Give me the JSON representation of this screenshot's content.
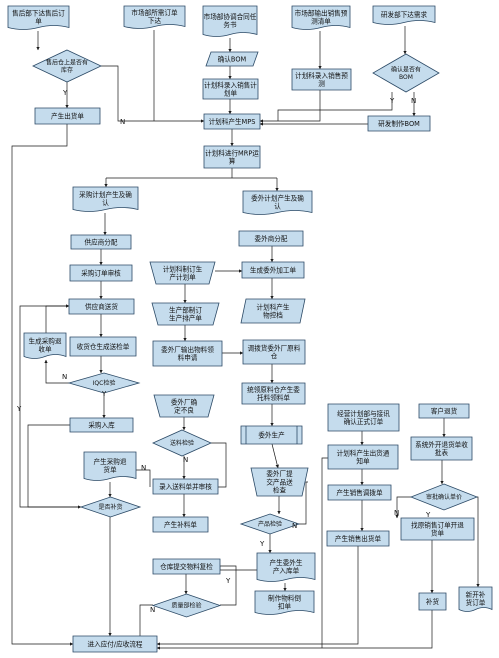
{
  "nodes": [
    {
      "id": "n1",
      "shape": "doc",
      "lines": [
        "售后部下达售后订",
        "单"
      ]
    },
    {
      "id": "n2",
      "shape": "doc",
      "lines": [
        "市场部所需订单",
        "下达"
      ]
    },
    {
      "id": "n3",
      "shape": "doc",
      "lines": [
        "市场部协调合同任",
        "务书"
      ]
    },
    {
      "id": "n4",
      "shape": "doc",
      "lines": [
        "市场部输出销售预",
        "测清单"
      ]
    },
    {
      "id": "n5",
      "shape": "doc",
      "lines": [
        "研发部下达需求"
      ]
    },
    {
      "id": "d1",
      "shape": "dia",
      "lines": [
        "售后仓上是否有",
        "库存"
      ]
    },
    {
      "id": "n6",
      "shape": "para",
      "lines": [
        "确认BOM"
      ]
    },
    {
      "id": "n7",
      "shape": "rect",
      "lines": [
        "计划科录入销售计",
        "划单"
      ]
    },
    {
      "id": "n8",
      "shape": "rect",
      "lines": [
        "计划科录入销售预",
        "测"
      ]
    },
    {
      "id": "d2",
      "shape": "dia",
      "lines": [
        "确认是否有",
        "BOM"
      ]
    },
    {
      "id": "n9",
      "shape": "rect",
      "lines": [
        "产生出货单"
      ]
    },
    {
      "id": "n10",
      "shape": "rect",
      "lines": [
        "计划科产生MPS"
      ]
    },
    {
      "id": "n11",
      "shape": "rect",
      "lines": [
        "研发制作BOM"
      ]
    },
    {
      "id": "n12",
      "shape": "rect",
      "lines": [
        "计划科进行MRP运",
        "算"
      ]
    },
    {
      "id": "n13",
      "shape": "doc",
      "lines": [
        "采购计划产生及确",
        "认"
      ]
    },
    {
      "id": "n14",
      "shape": "doc",
      "lines": [
        "委外计划产生及确",
        "认"
      ]
    },
    {
      "id": "n15",
      "shape": "rect",
      "lines": [
        "供应商分配"
      ]
    },
    {
      "id": "n16",
      "shape": "rect",
      "lines": [
        "委外商分配"
      ]
    },
    {
      "id": "n17",
      "shape": "trap",
      "lines": [
        "计划科制订生",
        "产计划单"
      ]
    },
    {
      "id": "n18",
      "shape": "rect",
      "lines": [
        "采购订单审核"
      ]
    },
    {
      "id": "n19",
      "shape": "rect",
      "lines": [
        "生成委外加工单"
      ]
    },
    {
      "id": "n20",
      "shape": "rect",
      "lines": [
        "供应商送货"
      ]
    },
    {
      "id": "n21",
      "shape": "trap",
      "lines": [
        "生产部制订",
        "生产排产单"
      ]
    },
    {
      "id": "n22",
      "shape": "para",
      "lines": [
        "计划科产生",
        "物控档"
      ]
    },
    {
      "id": "n23",
      "shape": "doc",
      "lines": [
        "生成采购退",
        "收单"
      ]
    },
    {
      "id": "n24",
      "shape": "rect",
      "lines": [
        "收货仓生成送检单"
      ]
    },
    {
      "id": "n25",
      "shape": "rect",
      "lines": [
        "委外厂输出物料领",
        "料申请"
      ]
    },
    {
      "id": "n26",
      "shape": "rect",
      "lines": [
        "调拨货委外厂原料",
        "仓"
      ]
    },
    {
      "id": "d3",
      "shape": "dia",
      "lines": [
        "IQC检验"
      ]
    },
    {
      "id": "n27",
      "shape": "trap",
      "lines": [
        "委外厂确",
        "定不良"
      ]
    },
    {
      "id": "n28",
      "shape": "rect",
      "lines": [
        "统领原料仓产生委",
        "托料领料单"
      ]
    },
    {
      "id": "n29",
      "shape": "rect",
      "lines": [
        "采购入库"
      ]
    },
    {
      "id": "n30",
      "shape": "rect",
      "lines": [
        "经营计划部与接讯",
        "确认正式订单"
      ]
    },
    {
      "id": "n31",
      "shape": "rect",
      "lines": [
        "客户退货"
      ]
    },
    {
      "id": "d4",
      "shape": "dia",
      "lines": [
        "送料检验"
      ]
    },
    {
      "id": "n32",
      "shape": "proc",
      "lines": [
        "委外生产"
      ]
    },
    {
      "id": "n33",
      "shape": "rect",
      "lines": [
        "计划科产生出货通",
        "知单"
      ]
    },
    {
      "id": "n34",
      "shape": "rect",
      "lines": [
        "系统外开退货单收",
        "批表"
      ]
    },
    {
      "id": "n35",
      "shape": "doc",
      "lines": [
        "产生采购退",
        "货单"
      ]
    },
    {
      "id": "n36",
      "shape": "rect",
      "lines": [
        "录入送料单并审核"
      ]
    },
    {
      "id": "n37",
      "shape": "trap",
      "lines": [
        "委外厂提",
        "交产品送",
        "检查"
      ]
    },
    {
      "id": "n38",
      "shape": "rect",
      "lines": [
        "产生销售调拨单"
      ]
    },
    {
      "id": "d5",
      "shape": "dia",
      "lines": [
        "审批确认单价"
      ]
    },
    {
      "id": "d6",
      "shape": "dia",
      "lines": [
        "是否补货"
      ]
    },
    {
      "id": "n39",
      "shape": "rect",
      "lines": [
        "产生补料单"
      ]
    },
    {
      "id": "d7",
      "shape": "dia",
      "lines": [
        "产品检验"
      ]
    },
    {
      "id": "n40",
      "shape": "rect",
      "lines": [
        "产生销售出货单"
      ]
    },
    {
      "id": "n41",
      "shape": "rect",
      "lines": [
        "找原销售订单开退",
        "货单"
      ]
    },
    {
      "id": "n42",
      "shape": "doc",
      "lines": [
        "产生委外生",
        "产入库单"
      ]
    },
    {
      "id": "n43",
      "shape": "rect",
      "lines": [
        "仓库提交物料复检"
      ]
    },
    {
      "id": "n44",
      "shape": "doc",
      "lines": [
        "制作物料倒",
        "扣单"
      ]
    },
    {
      "id": "d8",
      "shape": "dia",
      "lines": [
        "质量部检验"
      ]
    },
    {
      "id": "n45",
      "shape": "rect",
      "lines": [
        "补货"
      ]
    },
    {
      "id": "n46",
      "shape": "doc",
      "lines": [
        "新开补",
        "货订单"
      ]
    },
    {
      "id": "n47",
      "shape": "rect",
      "lines": [
        "进入应付/应收流程"
      ]
    }
  ],
  "edge_labels": {
    "yes": "Y",
    "no": "N"
  },
  "colors": {
    "node_fill": "#c5dced",
    "node_stroke": "#2c4a66",
    "line": "#1a1a1a"
  }
}
